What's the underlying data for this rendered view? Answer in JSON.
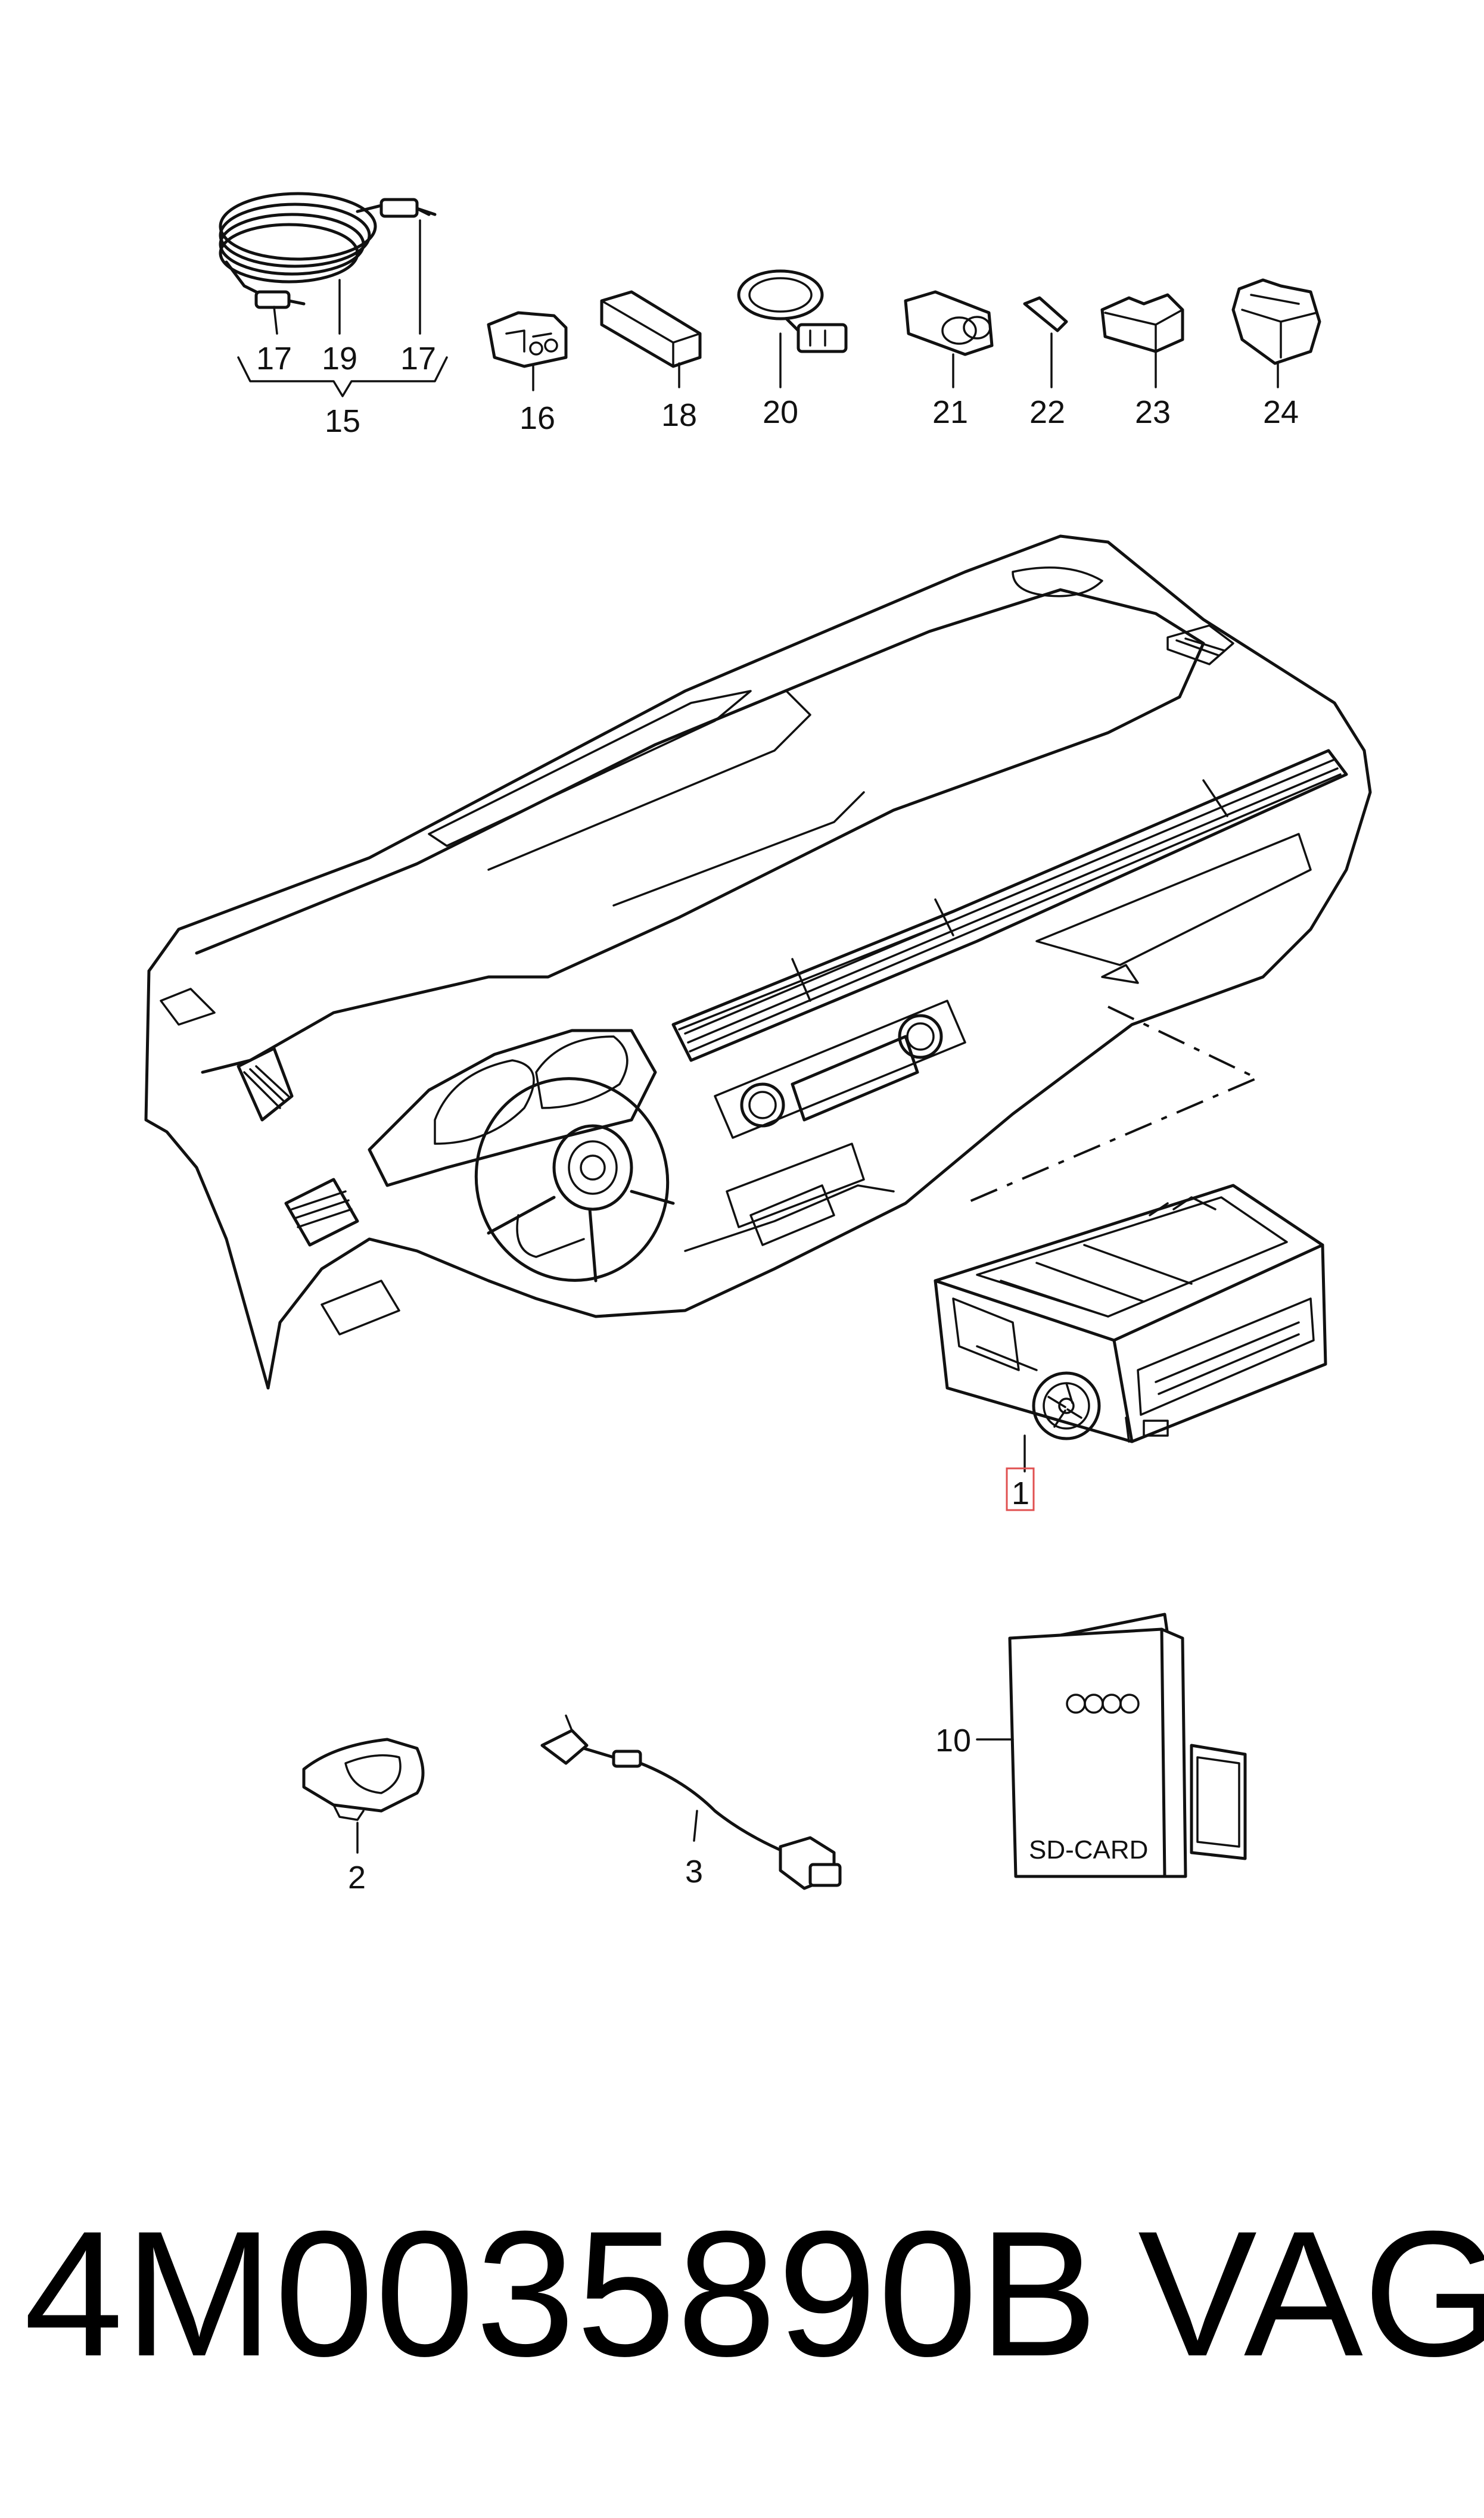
{
  "callouts": {
    "c15": "15",
    "c16": "16",
    "c17a": "17",
    "c17b": "17",
    "c18": "18",
    "c19": "19",
    "c20": "20",
    "c21": "21",
    "c22": "22",
    "c23": "23",
    "c24": "24",
    "c1": "1",
    "c2": "2",
    "c3": "3",
    "c10": "10"
  },
  "sd_card_label": "SD-CARD",
  "footer": {
    "part_number": "4M0035890B",
    "brand": "VAG"
  },
  "highlight_color": "#e05050"
}
